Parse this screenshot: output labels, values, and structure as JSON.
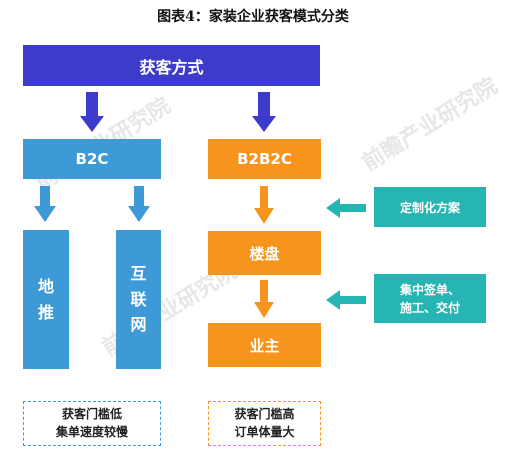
{
  "title": "图表4：家装企业获客模式分类",
  "nodes": {
    "root": "获客方式",
    "b2c": "B2C",
    "b2b2c": "B2B2C",
    "ditui": "地\n推",
    "hulian": "互\n联\n网",
    "loupan": "楼盘",
    "yezhu": "业主",
    "dingzhi": "定制化方案",
    "jizhong": "集中签单、\n施工、交付"
  },
  "notes": {
    "b2c": "获客门槛低\n集单速度较慢",
    "b2b2c": "获客门槛高\n订单体量大"
  },
  "watermark": "前瞻产业研究院",
  "colors": {
    "root": "#3d3bc9",
    "blue": "#3e9ad6",
    "orange": "#f7941d",
    "teal": "#26b5b2"
  }
}
